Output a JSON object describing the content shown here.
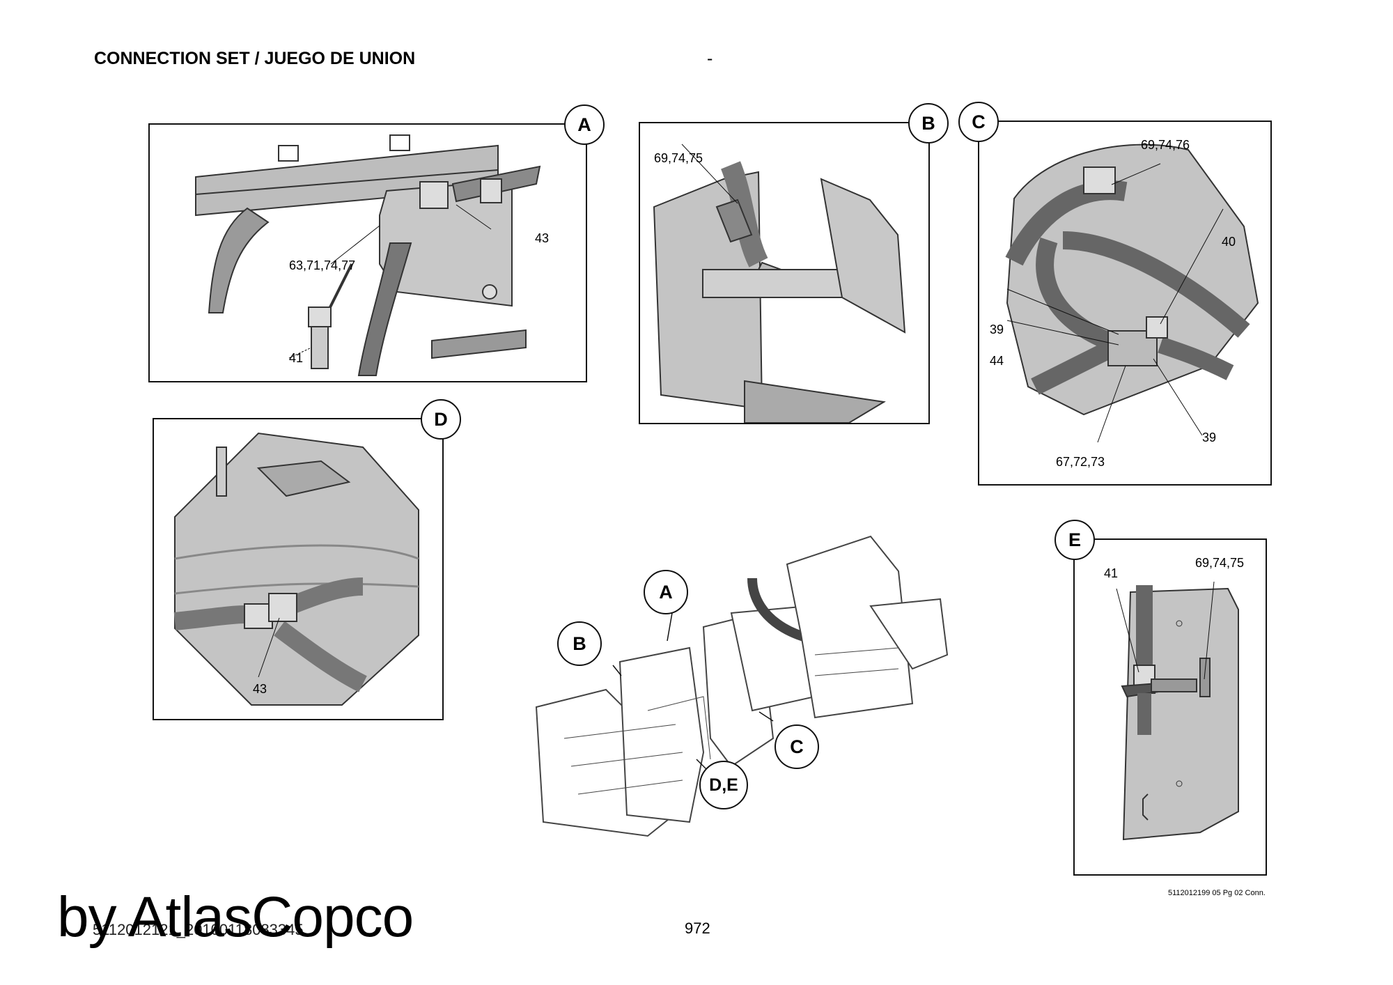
{
  "header": {
    "title": "CONNECTION SET / JUEGO DE UNION",
    "dash": "-"
  },
  "panels": {
    "A": {
      "id": "A",
      "labels": {
        "part43": "43",
        "part63": "63,71,74,77",
        "part41": "41"
      }
    },
    "B": {
      "id": "B",
      "labels": {
        "part69": "69,74,75"
      }
    },
    "C": {
      "id": "C",
      "labels": {
        "part69": "69,74,76",
        "part40": "40",
        "part39a": "39",
        "part44": "44",
        "part39b": "39",
        "part67": "67,72,73"
      }
    },
    "D": {
      "id": "D",
      "labels": {
        "part43": "43"
      }
    },
    "E": {
      "id": "E",
      "labels": {
        "part41": "41",
        "part69": "69,74,75"
      }
    }
  },
  "overview": {
    "callouts": {
      "A": "A",
      "B": "B",
      "C": "C",
      "DE": "D,E"
    }
  },
  "footer": {
    "doc_ref": "5112012199 05 Pg 02 Conn.",
    "page_number": "972",
    "file_code": "5112012121_20100118083345",
    "watermark": "by AtlasCopco"
  }
}
